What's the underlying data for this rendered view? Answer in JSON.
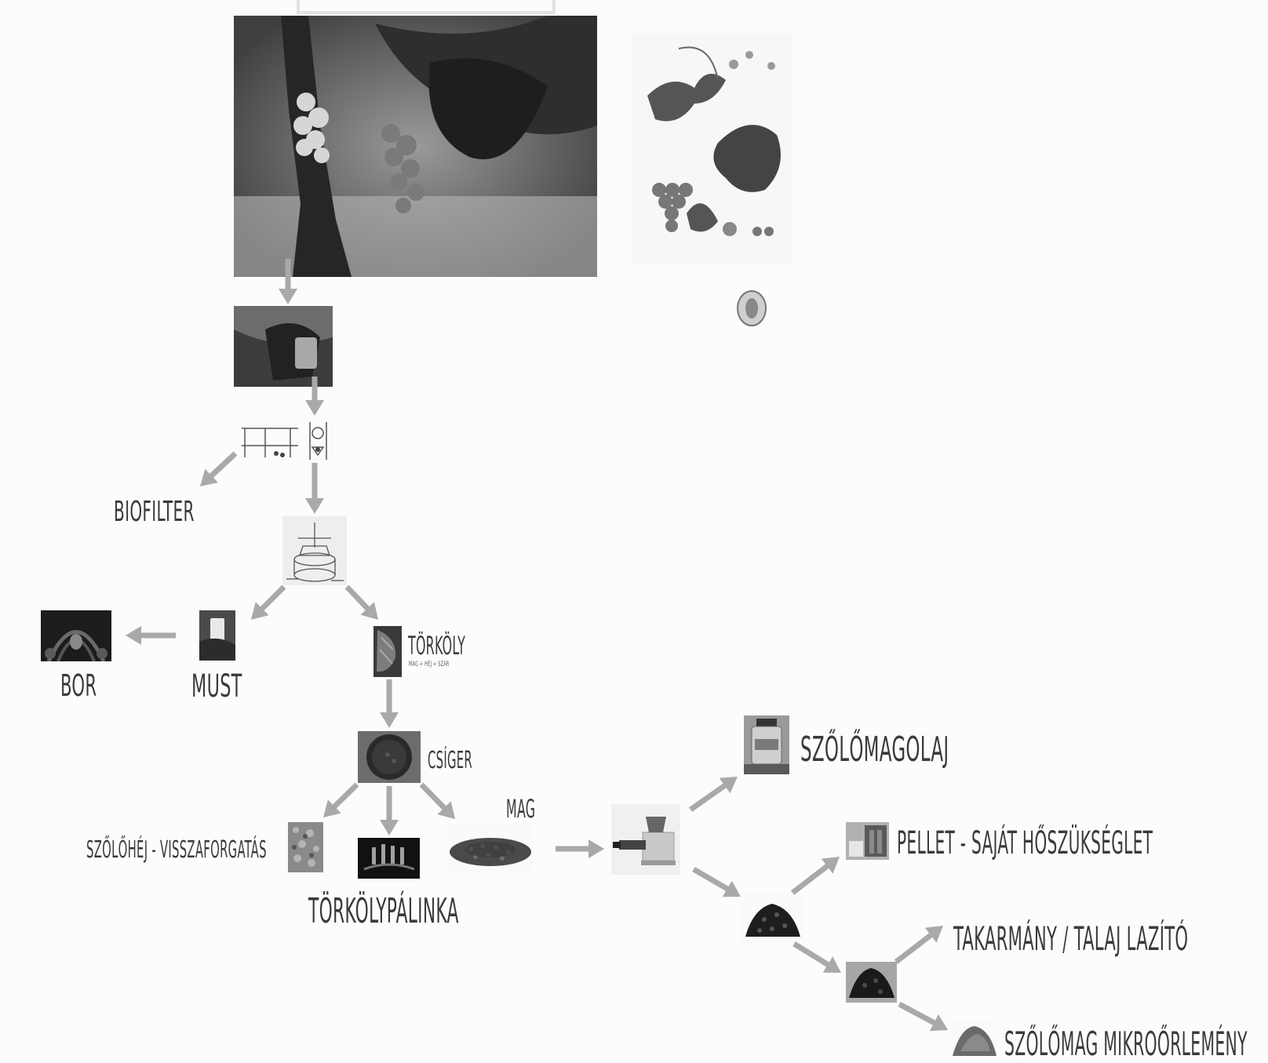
{
  "labels": {
    "biofilter": "BIOFILTER",
    "bor": "BOR",
    "must": "MUST",
    "torkoly": "TÖRKÖLY",
    "torkoly_sub": "MAG + HÉJ + SZÁR",
    "csiger": "CSÍGER",
    "mag": "MAG",
    "szolohej": "SZŐLŐHÉJ - VISSZAFORGATÁS",
    "torkolypalinka": "TÖRKÖLYPÁLINKA",
    "szolomagolaj": "SZŐLŐMAGOLAJ",
    "pellet": "PELLET - SAJÁT HŐSZÜKSÉGLET",
    "takarmany": "TAKARMÁNY / TALAJ LAZÍTÓ",
    "mikroorlemeny": "SZŐLŐMAG MIKROŐRLEMÉNY"
  },
  "icons": {
    "vineyard": "vineyard-grapes-photo",
    "botanical": "grapevine-botanical-illustration",
    "seed": "grape-seed-icon",
    "harvest": "grape-harvest-photo",
    "destemmer": "destemmer-machine-sketch",
    "press": "wine-press-sketch",
    "cellar": "wine-cellar-photo",
    "must": "grape-must-photo",
    "pomace": "pomace-photo",
    "csiger": "csiger-bowl-photo",
    "skin": "grape-skin-photo",
    "palinka": "palinka-distillery-photo",
    "seeds": "grape-seeds-pile-photo",
    "oilpress": "oil-press-machine-photo",
    "oil": "seed-oil-bottle-photo",
    "pellet": "pellet-plant-photo",
    "presscake": "press-cake-pile-photo",
    "feed": "feed-pile-photo",
    "flour": "seed-flour-pile-photo"
  },
  "colors": {
    "arrow": "#a9a9a9",
    "text": "#3a3a3a",
    "background": "#fcfcfc"
  }
}
